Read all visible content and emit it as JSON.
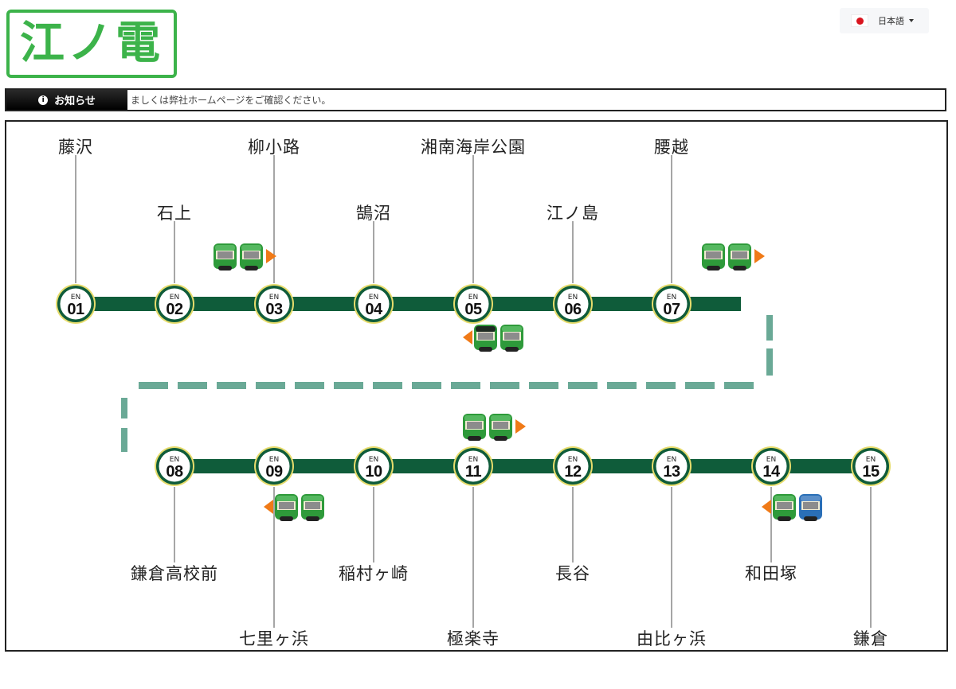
{
  "header": {
    "logo_text": "江ノ電",
    "language": {
      "label": "日本語",
      "flag": "japan-flag-icon"
    }
  },
  "notice": {
    "label": "お知らせ",
    "icon": "info-icon",
    "text": "ましくは弊社ホームページをご確認ください。"
  },
  "colors": {
    "brand_green": "#3cb34a",
    "line_green": "#0f5c3a",
    "dash_teal": "#6aa996",
    "ring_yellow": "#e6dc6c",
    "arrow_orange": "#f07a17",
    "train_green": "#2e9a3a",
    "train_blue": "#2a6fb7"
  },
  "route": {
    "line_code": "EN",
    "stations": [
      {
        "code": "01",
        "name": "藤沢"
      },
      {
        "code": "02",
        "name": "石上"
      },
      {
        "code": "03",
        "name": "柳小路"
      },
      {
        "code": "04",
        "name": "鵠沼"
      },
      {
        "code": "05",
        "name": "湘南海岸公園"
      },
      {
        "code": "06",
        "name": "江ノ島"
      },
      {
        "code": "07",
        "name": "腰越"
      },
      {
        "code": "08",
        "name": "鎌倉高校前"
      },
      {
        "code": "09",
        "name": "七里ヶ浜"
      },
      {
        "code": "10",
        "name": "稲村ヶ崎"
      },
      {
        "code": "11",
        "name": "極楽寺"
      },
      {
        "code": "12",
        "name": "長谷"
      },
      {
        "code": "13",
        "name": "由比ヶ浜"
      },
      {
        "code": "14",
        "name": "和田塚"
      },
      {
        "code": "15",
        "name": "鎌倉"
      }
    ],
    "trains": [
      {
        "between": "02-03",
        "direction": "right",
        "cars": [
          "green",
          "green"
        ]
      },
      {
        "between": "07-08",
        "direction": "right",
        "cars": [
          "green",
          "green"
        ]
      },
      {
        "at": "05",
        "direction": "left",
        "cars": [
          "dark-green",
          "green"
        ]
      },
      {
        "at": "11",
        "direction": "right",
        "cars": [
          "green",
          "green"
        ]
      },
      {
        "at": "09",
        "direction": "left",
        "cars": [
          "green",
          "green"
        ]
      },
      {
        "at": "14",
        "direction": "left",
        "cars": [
          "green",
          "blue"
        ]
      }
    ]
  }
}
